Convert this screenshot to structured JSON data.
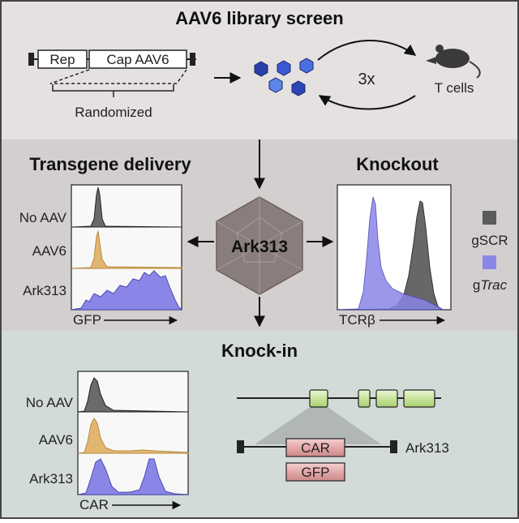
{
  "graphical_abstract": {
    "panel_top": {
      "title": "AAV6 library screen",
      "construct": {
        "rep_label": "Rep",
        "cap_label": "Cap AAV6"
      },
      "randomized_label": "Randomized",
      "cycles_label": "3x",
      "target_label": "T cells"
    },
    "panel_middle": {
      "transgene_title": "Transgene delivery",
      "knockout_title": "Knockout",
      "capsid_label": "Ark313",
      "histogram_rows": [
        {
          "label": "No AAV"
        },
        {
          "label": "AAV6"
        },
        {
          "label": "Ark313"
        }
      ],
      "transgene_axis": "GFP",
      "knockout_axis": "TCRβ",
      "legend": [
        {
          "label": "gSCR",
          "color": "#5b5b5b"
        },
        {
          "label_prefix": "g",
          "label_italic": "Trac",
          "color": "#8a86e8"
        }
      ]
    },
    "panel_bottom": {
      "title": "Knock-in",
      "histogram_rows": [
        {
          "label": "No AAV"
        },
        {
          "label": "AAV6"
        },
        {
          "label": "Ark313"
        }
      ],
      "axis_label": "CAR",
      "insert_labels": {
        "car": "CAR",
        "gfp": "GFP"
      },
      "donor_label": "Ark313"
    },
    "colors": {
      "top_panel": "#e5e1e1",
      "middle_panel": "#d4cfcf",
      "bottom_panel": "#d3dbd8",
      "no_aav": "#6a6a6a",
      "aav6": "#e2b66f",
      "ark313": "#8a86e8",
      "capsid": "#8a7d7d",
      "exon": "#c7e39a",
      "insert": "#e4a9a9"
    }
  }
}
